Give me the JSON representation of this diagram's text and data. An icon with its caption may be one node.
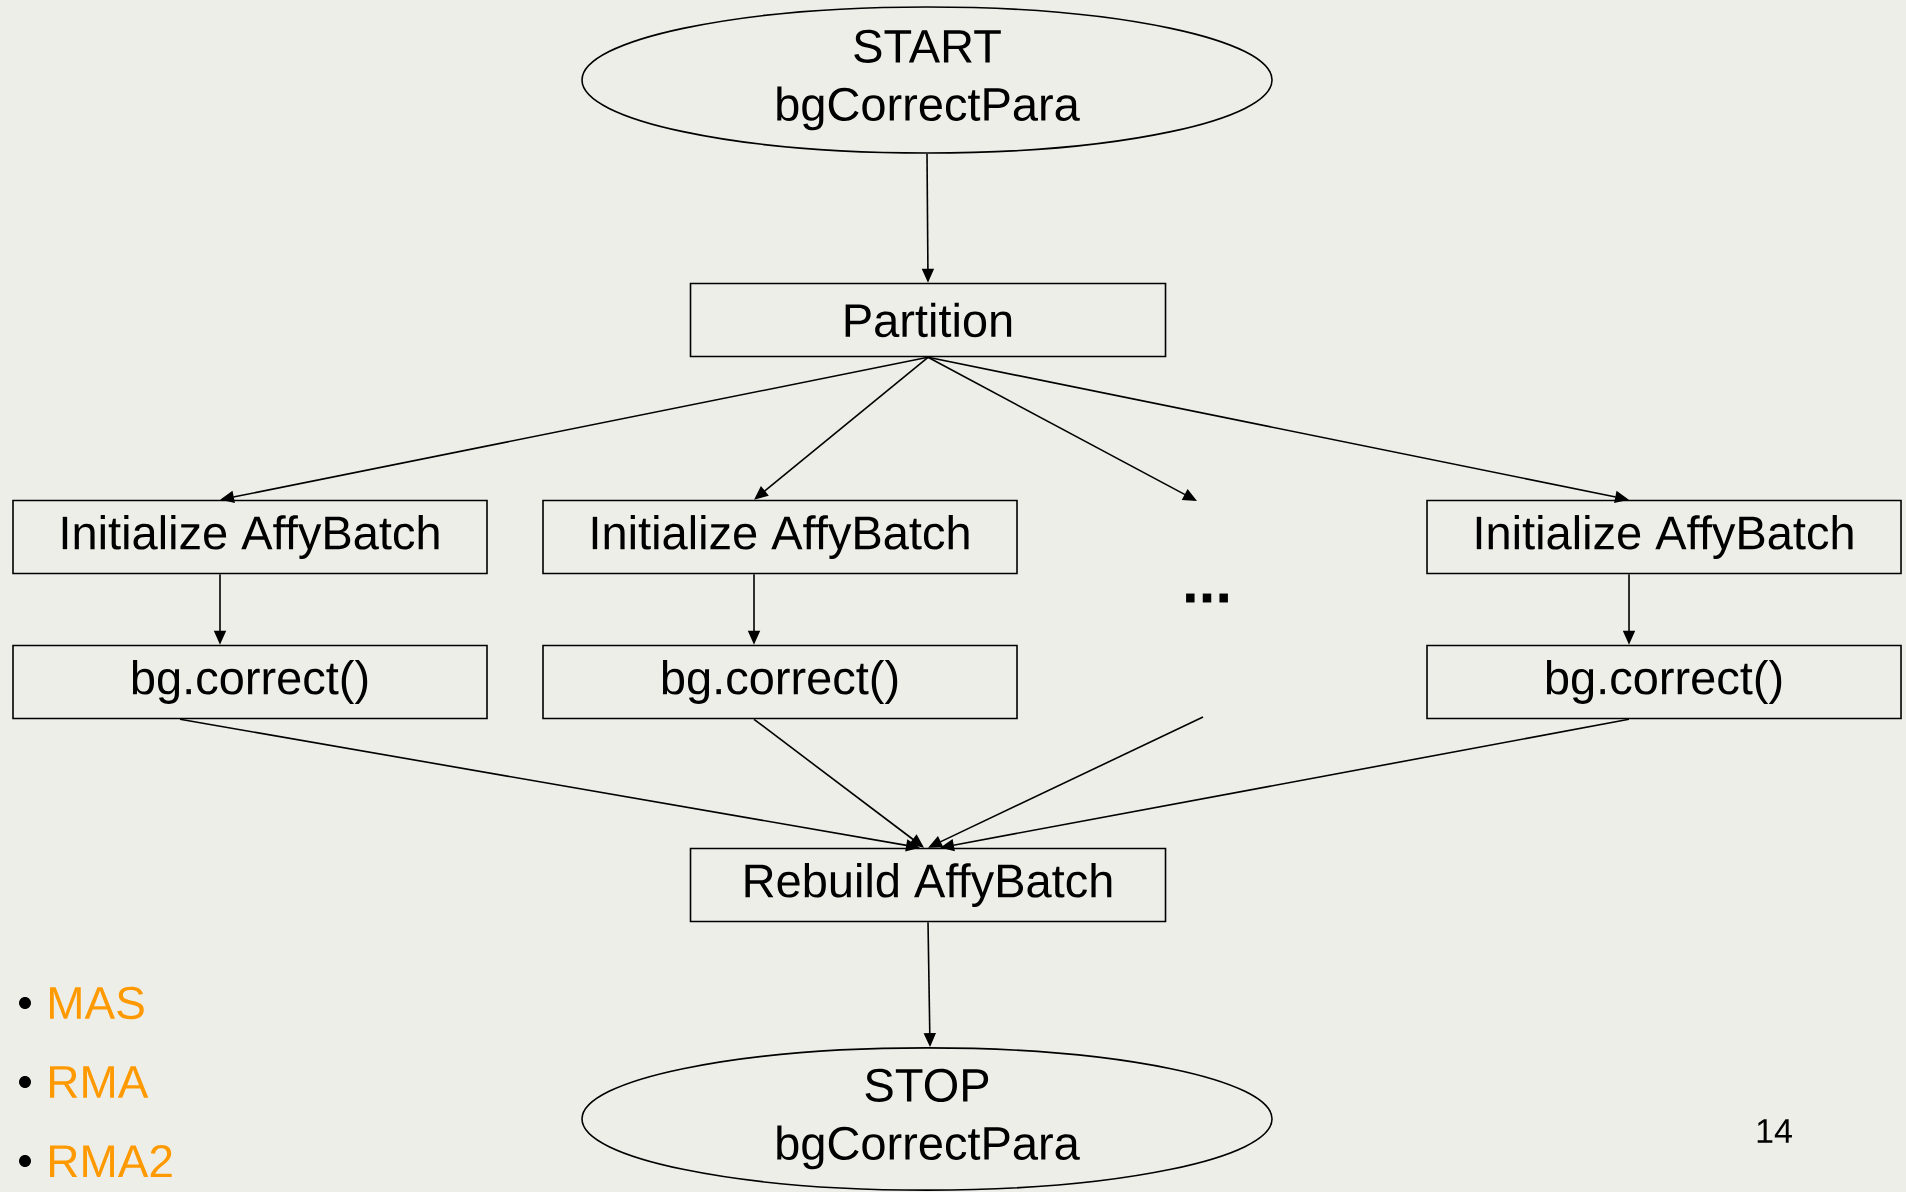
{
  "diagram": {
    "nodes": [
      {
        "text": [
          "START",
          "bgCorrectPara"
        ]
      },
      {
        "text": [
          "Partition"
        ]
      },
      {
        "text": [
          "Initialize AffyBatch"
        ]
      },
      {
        "text": [
          "Initialize AffyBatch"
        ]
      },
      {
        "text": [
          "Initialize AffyBatch"
        ]
      },
      {
        "text": [
          "bg.correct()"
        ]
      },
      {
        "text": [
          "bg.correct()"
        ]
      },
      {
        "text": [
          "bg.correct()"
        ]
      },
      {
        "text": [
          "Rebuild AffyBatch"
        ]
      },
      {
        "text": [
          "STOP",
          "bgCorrectPara"
        ]
      }
    ],
    "edges": [
      {
        "from": 0,
        "to": 1,
        "arrow": "to"
      },
      {
        "from": 1,
        "to": 2,
        "arrow": "to"
      },
      {
        "from": 1,
        "to": 3,
        "arrow": "to"
      },
      {
        "from": 1,
        "to": null,
        "arrow": "to"
      },
      {
        "from": 1,
        "to": 4,
        "arrow": "to"
      },
      {
        "from": 2,
        "to": 5,
        "arrow": "to"
      },
      {
        "from": 3,
        "to": 6,
        "arrow": "to"
      },
      {
        "from": 4,
        "to": 7,
        "arrow": "to"
      },
      {
        "from": 5,
        "to": 8,
        "arrow": "to"
      },
      {
        "from": 6,
        "to": 8,
        "arrow": "to"
      },
      {
        "from": null,
        "to": 8,
        "arrow": "to"
      },
      {
        "from": 7,
        "to": 8,
        "arrow": "to"
      },
      {
        "from": 8,
        "to": 9,
        "arrow": "to"
      }
    ],
    "labels": [
      "...",
      "MAS",
      "RMA",
      "RMA2",
      "14"
    ]
  }
}
